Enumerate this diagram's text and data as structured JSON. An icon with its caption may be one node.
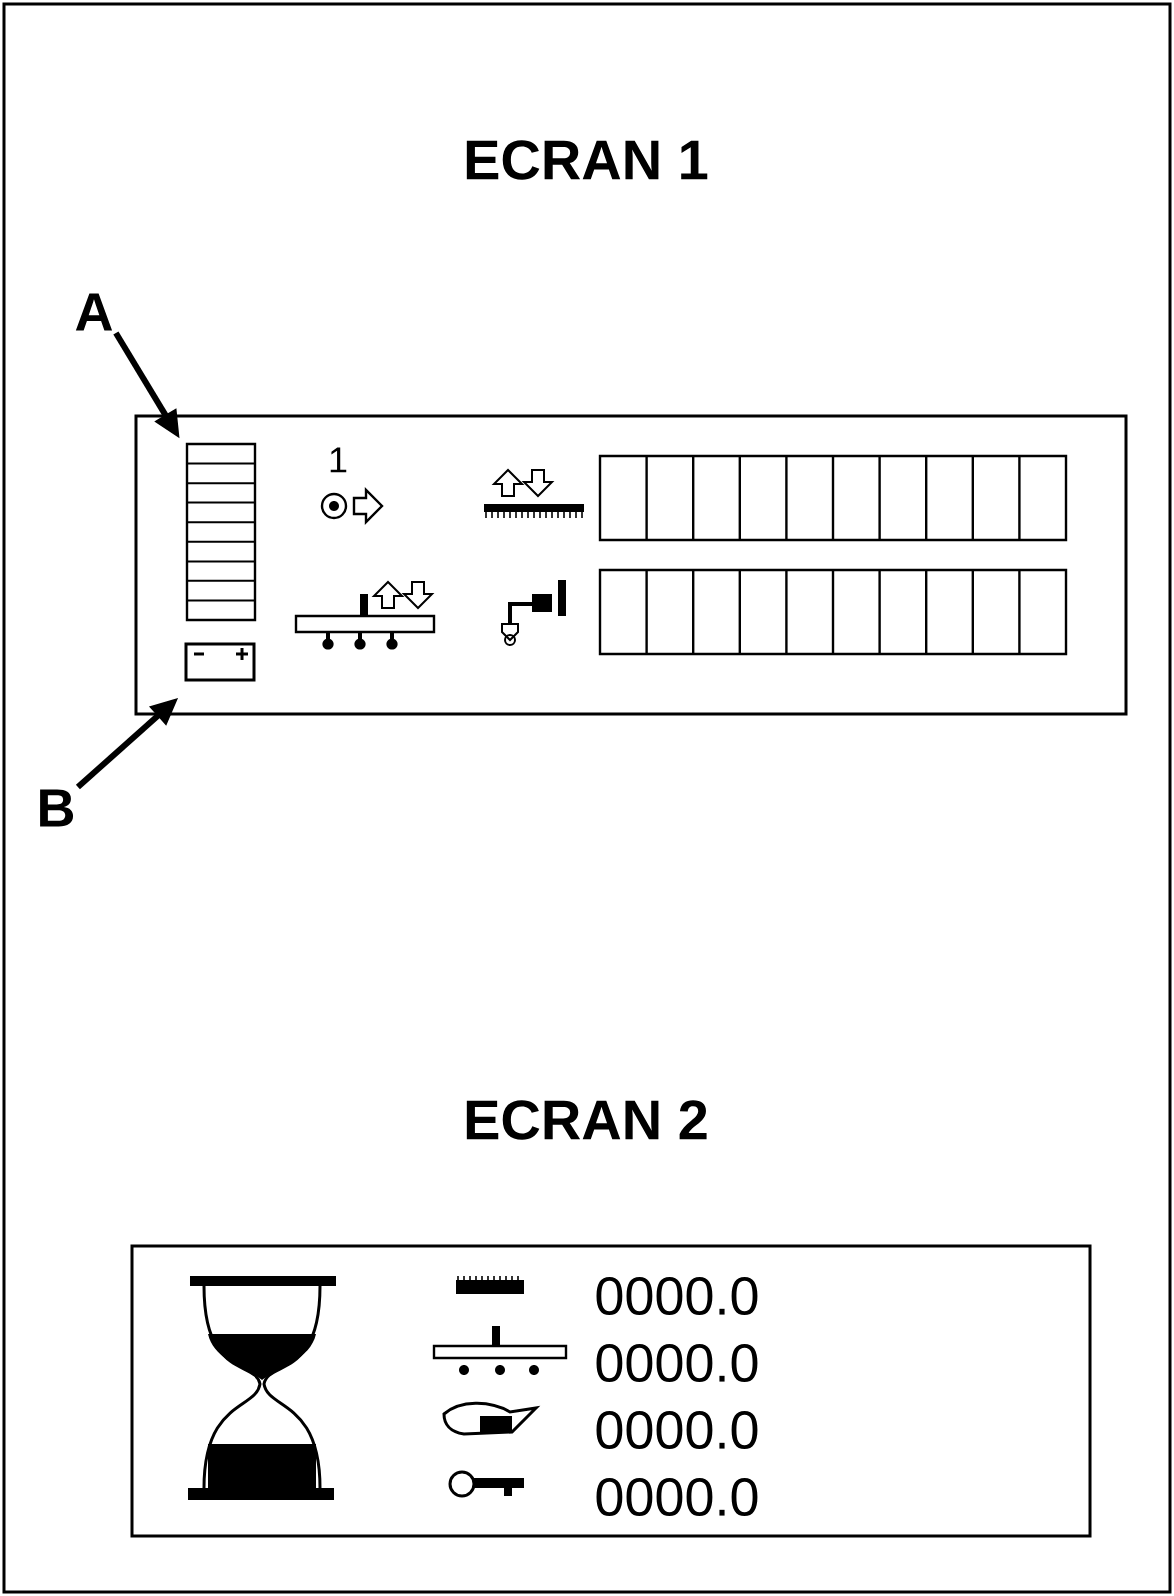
{
  "diagram": {
    "nodes": [
      {
        "text": [
          "A"
        ]
      },
      {
        "text": [],
        "shape": "bar"
      },
      {
        "text": [
          "B"
        ]
      },
      {
        "text": [],
        "shape": "box"
      }
    ],
    "edges": [
      {
        "from": 0,
        "to": 1,
        "arrow": "to"
      },
      {
        "from": 2,
        "to": 3,
        "arrow": "to"
      }
    ],
    "labels": [
      "ECRAN 1",
      "1",
      "ECRAN 2",
      "0000.0",
      "0000.0",
      "0000.0",
      "0000.0"
    ]
  }
}
